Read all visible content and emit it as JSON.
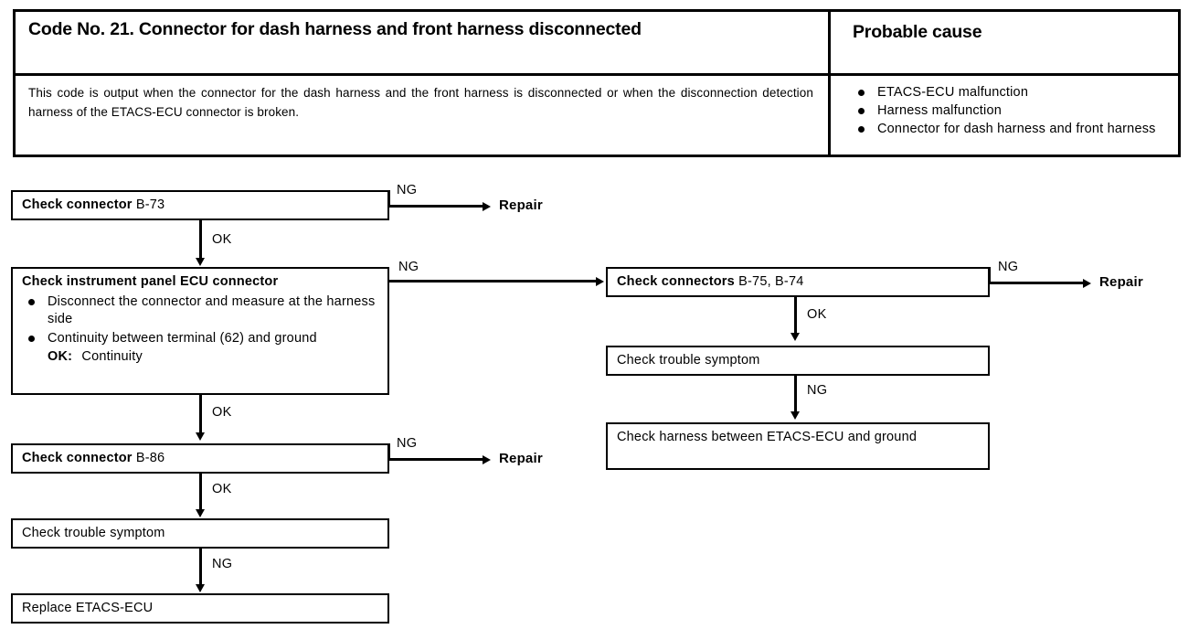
{
  "header": {
    "title": "Code No. 21. Connector for dash harness and front harness disconnected",
    "probable_cause_heading": "Probable cause",
    "description": "This code is output when the connector for the dash harness and the front harness is disconnected or when the disconnection detection harness of the ETACS-ECU connector is broken.",
    "causes": [
      "ETACS-ECU malfunction",
      "Harness malfunction",
      "Connector for dash harness and front harness"
    ]
  },
  "flow": {
    "nodes": {
      "check_connector_b73": {
        "bold_label": "Check connector",
        "plain_label": "B-73"
      },
      "check_instrument_panel_ecu": {
        "title": "Check instrument panel ECU connector",
        "bullets": [
          "Disconnect the connector and measure at the harness side",
          "Continuity between terminal (62) and ground"
        ],
        "ok_label": "OK:",
        "ok_value": "Continuity"
      },
      "check_connector_b86": {
        "bold_label": "Check connector",
        "plain_label": "B-86"
      },
      "check_trouble_symptom_left": {
        "label": "Check trouble symptom"
      },
      "replace_etacs_ecu": {
        "label": "Replace ETACS-ECU"
      },
      "check_connectors_b75_b74": {
        "bold_label": "Check connectors",
        "plain_label": "B-75, B-74"
      },
      "check_trouble_symptom_right": {
        "label": "Check trouble symptom"
      },
      "check_harness_ground": {
        "label": "Check harness between ETACS-ECU and ground"
      }
    },
    "edges": {
      "b73_ng": "NG",
      "b73_ok": "OK",
      "ecu_ng": "NG",
      "ecu_ok": "OK",
      "b86_ng": "NG",
      "b86_ok": "OK",
      "trouble1_ng": "NG",
      "conn7574_ng": "NG",
      "conn7574_ok": "OK",
      "trouble2_ng": "NG"
    },
    "terminals": {
      "repair_top": "Repair",
      "repair_mid_right": "Repair",
      "repair_b86": "Repair"
    }
  },
  "colors": {
    "ink": "#000000",
    "paper": "#ffffff"
  }
}
